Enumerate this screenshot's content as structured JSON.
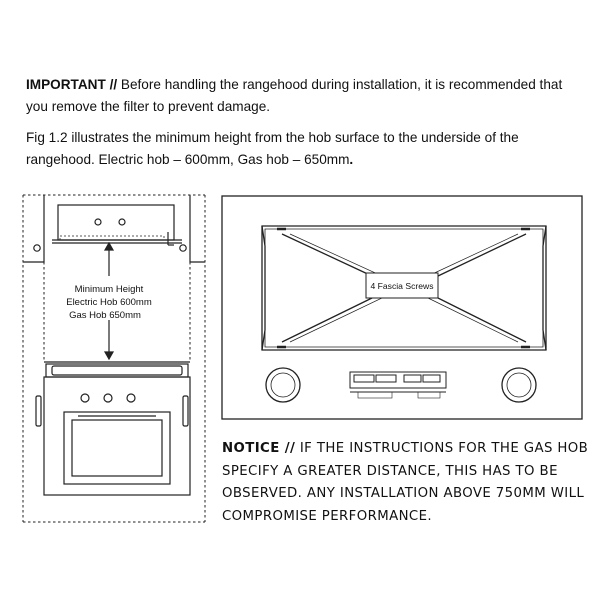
{
  "important": {
    "label": "IMPORTANT //",
    "text": " Before handling the rangehood during installation, it is recommended that you remove the filter to prevent damage."
  },
  "fig_note": {
    "text": "Fig 1.2 illustrates the minimum height from the hob surface to the underside of the rangehood. Electric hob – 600mm, Gas hob – 650mm",
    "end": "."
  },
  "diagram_left": {
    "line1": "Minimum Height",
    "line2": "Electric Hob 600mm",
    "line3": "Gas Hob 650mm"
  },
  "diagram_right": {
    "screws_label": "4 Fascia Screws"
  },
  "notice": {
    "label": "NOTICE //",
    "text": " IF THE INSTRUCTIONS FOR THE GAS HOB SPECIFY A GREATER DISTANCE, THIS HAS TO BE OBSERVED. ANY INSTALLATION ABOVE 750MM WILL COMPROMISE PERFORMANCE."
  }
}
